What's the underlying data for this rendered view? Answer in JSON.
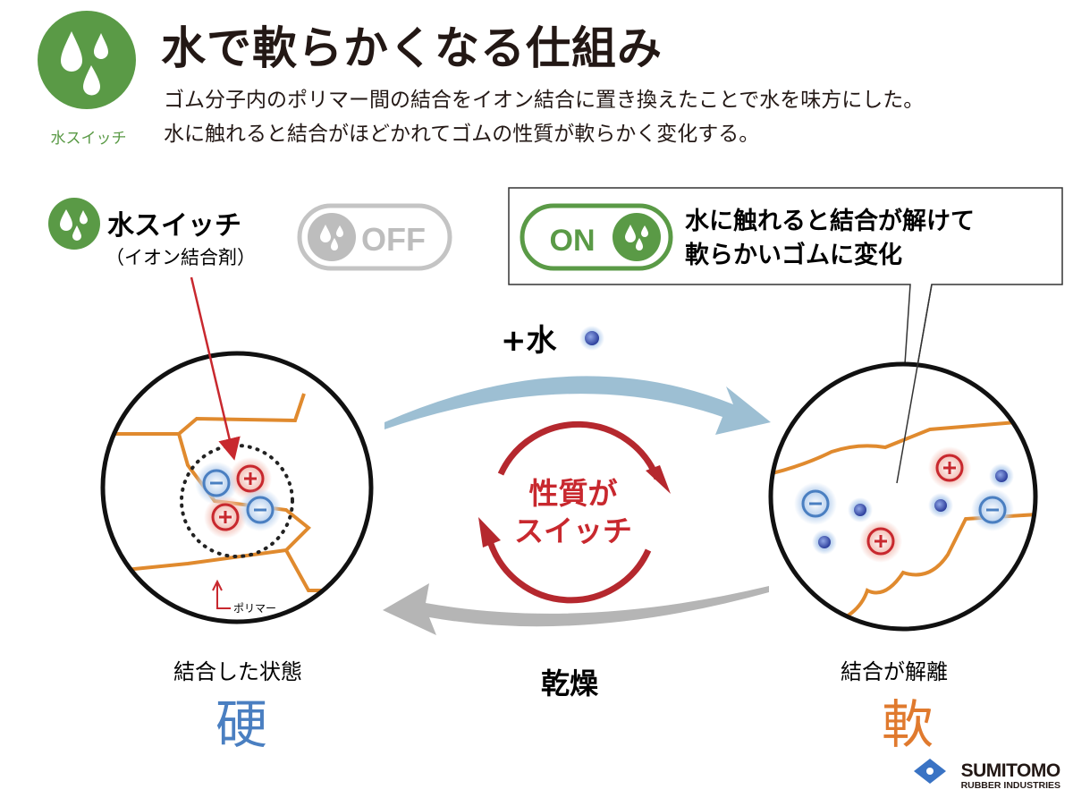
{
  "header": {
    "logo_label": "水スイッチ",
    "title": "水で軟らかくなる仕組み",
    "subtitle_lines": [
      "ゴム分子内のポリマー間の結合をイオン結合に置き換えたことで水を味方にした。",
      "水に触れると結合がほどかれてゴムの性質が軟らかく変化する。"
    ]
  },
  "left_badge": {
    "name": "水スイッチ",
    "sub": "（イオン結合剤）",
    "switch_label": "OFF"
  },
  "callout": {
    "switch_label": "ON",
    "lines": [
      "水に触れると結合が解けて",
      "軟らかいゴムに変化"
    ]
  },
  "cycle": {
    "add_water": "+水",
    "center_lines": [
      "性質が",
      "スイッチ"
    ],
    "dry": "乾燥"
  },
  "left_state": {
    "polymer_label": "ポリマー",
    "caption": "結合した状態",
    "kanji": "硬"
  },
  "right_state": {
    "caption": "結合が解離",
    "kanji": "軟"
  },
  "brand": {
    "name": "SUMITOMO",
    "sub": "RUBBER INDUSTRIES"
  },
  "colors": {
    "green": "#5a9a46",
    "red": "#b5282e",
    "blue": "#4a7fc1",
    "orange": "#e08a2e",
    "gray": "#b5b5b5",
    "water_arrow": "#9dbfd3"
  }
}
